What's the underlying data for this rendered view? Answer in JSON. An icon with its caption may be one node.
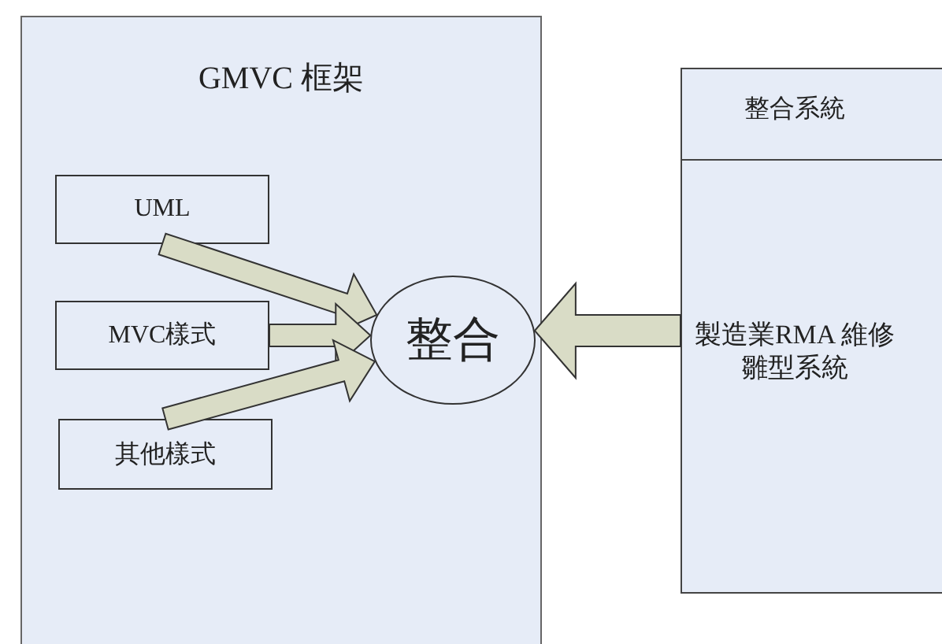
{
  "diagram": {
    "nodes": [
      {
        "text": [
          "GMVC 框架"
        ]
      },
      {
        "text": [
          "UML"
        ],
        "in": 0
      },
      {
        "text": [
          "MVC樣式"
        ],
        "in": 0
      },
      {
        "text": [
          "其他樣式"
        ],
        "in": 0
      },
      {
        "text": [
          "整合"
        ],
        "in": 0
      },
      {
        "text": [
          "整合系統",
          "製造業RMA 維修雛型系統"
        ]
      }
    ],
    "edges": [
      {
        "from": 1,
        "to": 4,
        "arrow": "to"
      },
      {
        "from": 2,
        "to": 4,
        "arrow": "to"
      },
      {
        "from": 3,
        "to": 4,
        "arrow": "to"
      },
      {
        "from": 5,
        "to": 4,
        "arrow": "to",
        "style": "thick"
      }
    ]
  }
}
